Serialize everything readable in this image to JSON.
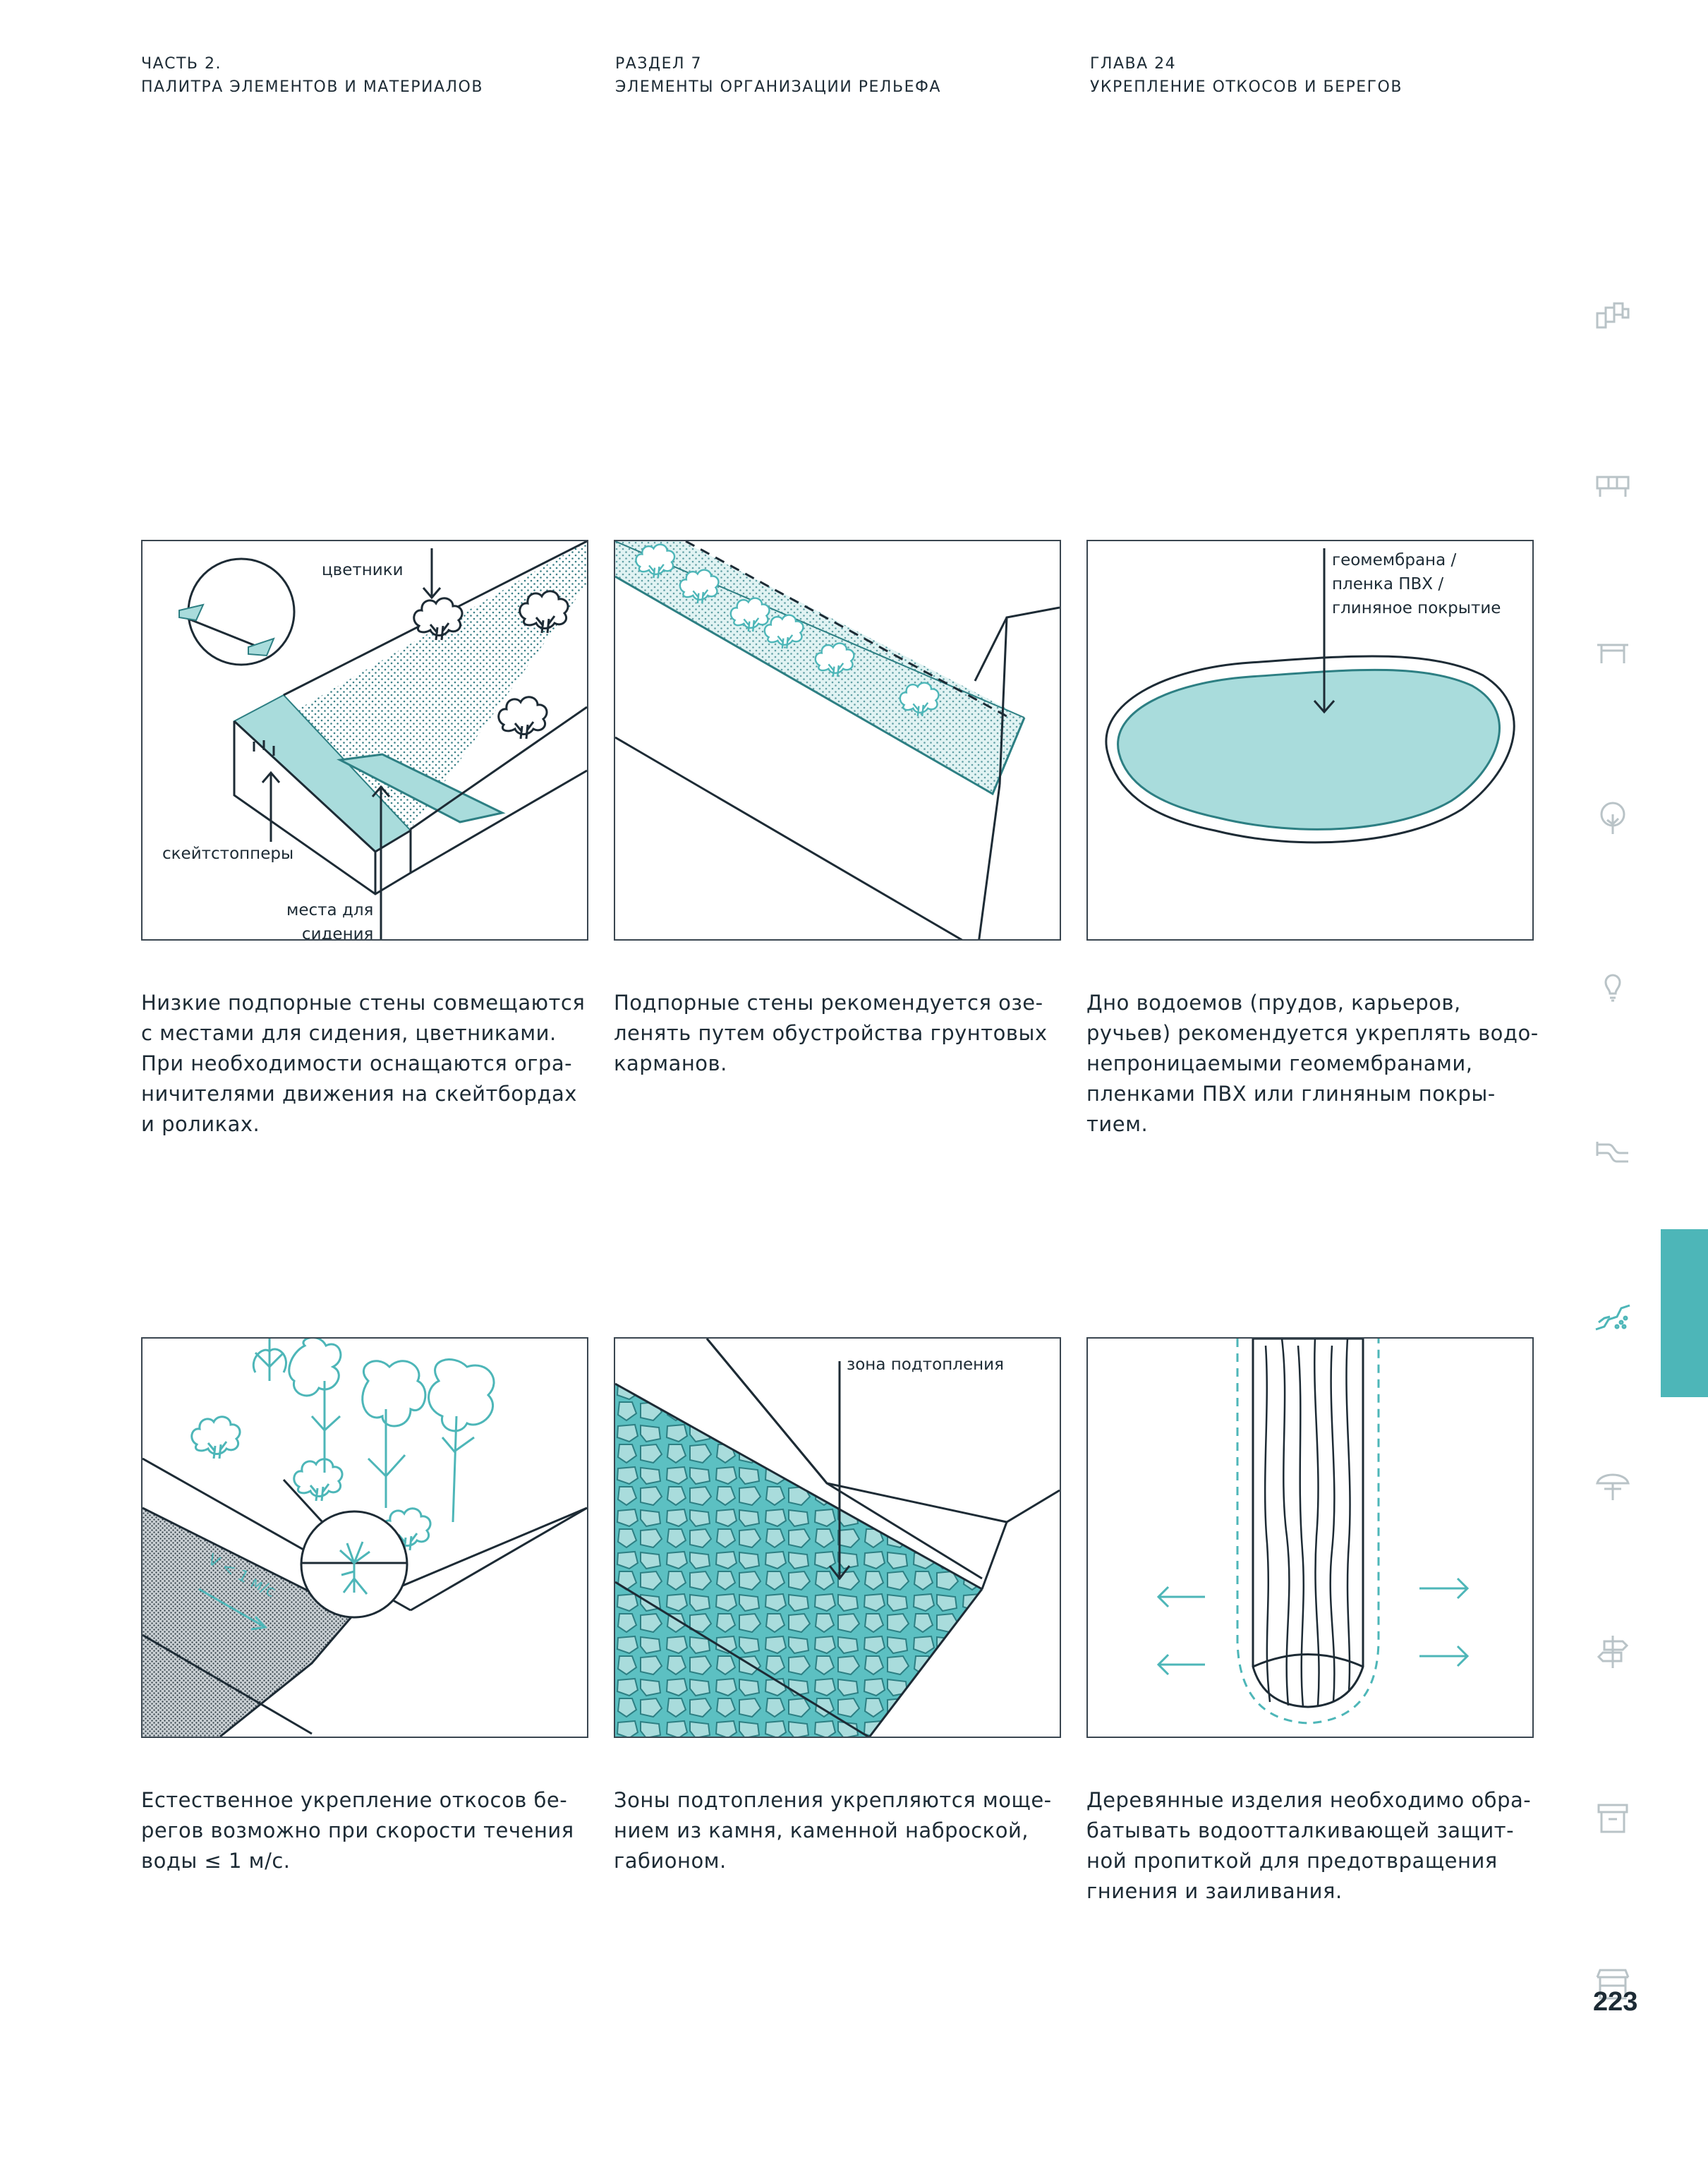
{
  "header": {
    "part": {
      "line1": "ЧАСТЬ 2.",
      "line2": "ПАЛИТРА ЭЛЕМЕНТОВ И МАТЕРИАЛОВ"
    },
    "section": {
      "line1": "РАЗДЕЛ 7",
      "line2": "ЭЛЕМЕНТЫ ОРГАНИЗАЦИИ РЕЛЬЕФА"
    },
    "chapter": {
      "line1": "ГЛАВА 24",
      "line2": "УКРЕПЛЕНИЕ ОТКОСОВ И БЕРЕГОВ"
    }
  },
  "colors": {
    "accent": "#4db6b8",
    "fill": "#a9dcdc",
    "line": "#1d2b35"
  },
  "panels": [
    {
      "labels": {
        "flowerbeds": "цветники",
        "skatestoppers": "скейтстопперы",
        "seats_line1": "места для",
        "seats_line2": "сидения"
      },
      "caption": [
        "Низкие подпорные стены совмещаются",
        "с местами для сидения, цветниками.",
        "При необходимости оснащаются огра-",
        "ничителями движения на скейтбордах",
        "и роликах."
      ]
    },
    {
      "labels": {},
      "caption": [
        "Подпорные стены рекомендуется озе-",
        "ленять путем обустройства грунтовых",
        "карманов."
      ]
    },
    {
      "labels": {
        "line1": "геомембрана /",
        "line2": "пленка ПВХ /",
        "line3": "глиняное покрытие"
      },
      "caption": [
        "Дно водоемов (прудов, карьеров,",
        "ручьев) рекомендуется укреплять водо-",
        "непроницаемыми геомембранами,",
        "пленками ПВХ или глиняным покры-",
        "тием."
      ]
    },
    {
      "labels": {
        "speed": "V < 1 м/с"
      },
      "caption": [
        "Естественное укрепление откосов бе-",
        "регов возможно при скорости течения",
        "воды ≤ 1 м/с."
      ]
    },
    {
      "labels": {
        "flood": "зона подтопления"
      },
      "caption": [
        "Зоны подтопления укрепляются моще-",
        "нием из камня, каменной наброской,",
        "габионом."
      ]
    },
    {
      "labels": {},
      "caption": [
        "Деревянные изделия необходимо обра-",
        "батывать водоотталкивающей защит-",
        "ной пропиткой для предотвращения",
        "гниения и заиливания."
      ]
    }
  ],
  "sidebar_icons": [
    "blocks-icon",
    "bench-icon",
    "table-icon",
    "tree-icon",
    "lightbulb-icon",
    "pipe-icon",
    "terrain-icon",
    "umbrella-icon",
    "signpost-icon",
    "bin-icon",
    "kiosk-icon"
  ],
  "page_number": "223"
}
